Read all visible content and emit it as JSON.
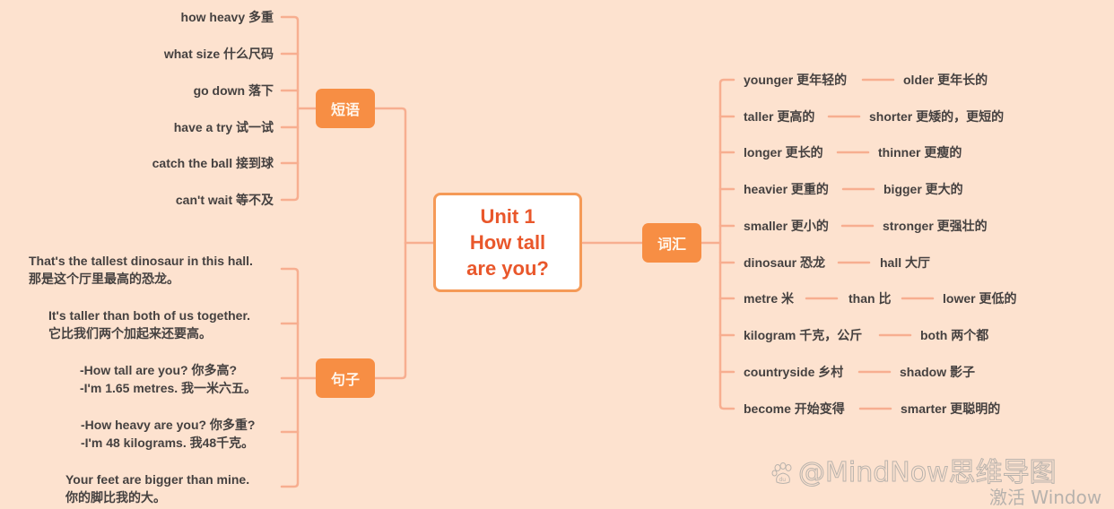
{
  "colors": {
    "background": "#fde2cf",
    "branch_node": "#f78e44",
    "root_border": "#f59a57",
    "root_text": "#e9572b",
    "connector": "#f7ae90",
    "leaf_text": "#454140"
  },
  "root": {
    "line1": "Unit 1",
    "line2": "How tall",
    "line3": "are you?"
  },
  "branches": {
    "phrases": {
      "label": "短语",
      "items": [
        "how heavy 多重",
        "what size 什么尺码",
        "go down 落下",
        "have a try 试一试",
        "catch the ball 接到球",
        "can't wait 等不及"
      ]
    },
    "sentences": {
      "label": "句子",
      "items": [
        {
          "line1": "That's the tallest dinosaur in this hall.",
          "line2": "那是这个厅里最高的恐龙。"
        },
        {
          "line1": "It's taller than both of us together.",
          "line2": "它比我们两个加起来还要高。"
        },
        {
          "line1": "-How tall are you? 你多高?",
          "line2": "-I'm 1.65 metres. 我一米六五。"
        },
        {
          "line1": "-How heavy are you? 你多重?",
          "line2": "-I'm 48 kilograms. 我48千克。"
        },
        {
          "line1": "Your feet are bigger than mine.",
          "line2": "你的脚比我的大。"
        }
      ]
    },
    "vocabulary": {
      "label": "词汇",
      "rows": [
        [
          "younger 更年轻的",
          "older 更年长的"
        ],
        [
          "taller 更高的",
          "shorter 更矮的，更短的"
        ],
        [
          "longer 更长的",
          "thinner 更瘦的"
        ],
        [
          "heavier 更重的",
          "bigger 更大的"
        ],
        [
          "smaller 更小的",
          "stronger 更强壮的"
        ],
        [
          "dinosaur 恐龙",
          "hall 大厅"
        ],
        [
          "metre 米",
          "than 比",
          "lower 更低的"
        ],
        [
          "kilogram 千克，公斤",
          "both 两个都"
        ],
        [
          "countryside 乡村",
          "shadow 影子"
        ],
        [
          "become 开始变得",
          "smarter 更聪明的"
        ]
      ]
    }
  },
  "watermark": {
    "text": "@MindNow思维导图",
    "icon": "baidu-paw-icon"
  },
  "os_overlay": {
    "text": "激活 Window"
  }
}
